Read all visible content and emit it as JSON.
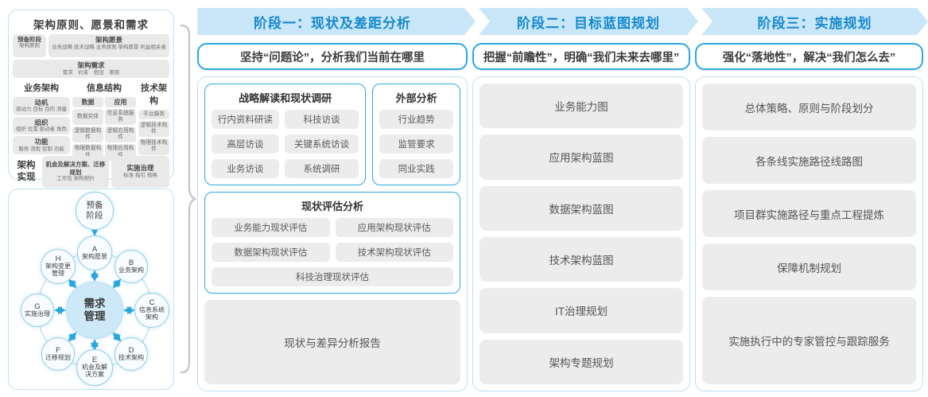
{
  "colors": {
    "band_bg": "#c9e7f8",
    "band_text": "#1789cf",
    "accent_blue": "#2aa9e2",
    "panel_border": "#bfe0f2",
    "item_bg": "#ececec",
    "item_text": "#595959",
    "circle_border": "#8fcdec",
    "center_circle_fill": "#cde9f8",
    "arrow_blue": "#2aa7e0",
    "brace_gray": "#c9c9c9"
  },
  "left_panel": {
    "title": "架构原则、愿景和需求",
    "prep_title": "预备阶段",
    "prep_sub": "架构原则",
    "vision_title": "架构愿景",
    "vision_sub": "业务战略 技术战略 业务原则 架构愿景 利益相关者",
    "req_title": "架构需求",
    "req_sub": "需求　约束　假设　差距",
    "business_title": "业务架构",
    "business_items": [
      {
        "title": "动机",
        "sub": "驱动力 目标 目的 测量"
      },
      {
        "title": "组织",
        "sub": "组织 位置 驱动者 角色"
      },
      {
        "title": "功能",
        "sub": "服务 流程 控制 功能"
      }
    ],
    "info_title": "信息结构",
    "data_title": "数据",
    "data_items": [
      "数据实体",
      "逻辑数据构件",
      "物理数据构件"
    ],
    "app_title": "应用",
    "app_items": [
      "信息系统服务",
      "逻辑应用构件",
      "物理应用构件"
    ],
    "tech_title": "技术架构",
    "tech_items": [
      "平台服务",
      "逻辑技术构件",
      "物理技术构件"
    ],
    "impl_label": "架构实现",
    "impl_box1_title": "机会及解决方案、迁移规划",
    "impl_box1_sub": "工作包 架构契约",
    "impl_box2_title": "实施治理",
    "impl_box2_sub": "标准 指引 规格"
  },
  "adm": {
    "prep": "预备阶段",
    "center": "需求管理",
    "nodes": {
      "A": {
        "letter": "A",
        "label": "架构愿景"
      },
      "B": {
        "letter": "B",
        "label": "业务架构"
      },
      "C": {
        "letter": "C",
        "label": "信息系统架构"
      },
      "D": {
        "letter": "D",
        "label": "技术架构"
      },
      "E": {
        "letter": "E",
        "label": "机会及解决方案"
      },
      "F": {
        "letter": "F",
        "label": "迁移规划"
      },
      "G": {
        "letter": "G",
        "label": "实施治理"
      },
      "H": {
        "letter": "H",
        "label": "架构变更管理"
      }
    }
  },
  "phases": [
    {
      "header": "阶段一：现状及差距分析",
      "subtitle": "坚持“问题论”，分析我们当前在哪里"
    },
    {
      "header": "阶段二：目标蓝图规划",
      "subtitle": "把握“前瞻性”，明确“我们未来去哪里”",
      "items": [
        "业务能力图",
        "应用架构蓝图",
        "数据架构蓝图",
        "技术架构蓝图",
        "IT治理规划",
        "架构专题规划"
      ]
    },
    {
      "header": "阶段三：实施规划",
      "subtitle": "强化“落地性”，解决“我们怎么去”",
      "items": [
        "总体策略、原则与阶段划分",
        "各条线实施路径线路图",
        "项目群实施路径与重点工程提炼",
        "保障机制规划",
        "实施执行中的专家管控与跟踪服务"
      ]
    }
  ],
  "phase1": {
    "strategy_title": "战略解读和现状调研",
    "strategy_items": [
      "行内资料研读",
      "科技访谈",
      "高层访谈",
      "关键系统访谈",
      "业务访谈",
      "系统调研"
    ],
    "external_title": "外部分析",
    "external_items": [
      "行业趋势",
      "监管要求",
      "同业实践"
    ],
    "assessment_title": "现状评估分析",
    "assessment_items": [
      "业务能力现状评估",
      "应用架构现状评估",
      "数据架构现状评估",
      "技术架构现状评估",
      "科技治理现状评估"
    ],
    "report": "现状与差异分析报告"
  }
}
